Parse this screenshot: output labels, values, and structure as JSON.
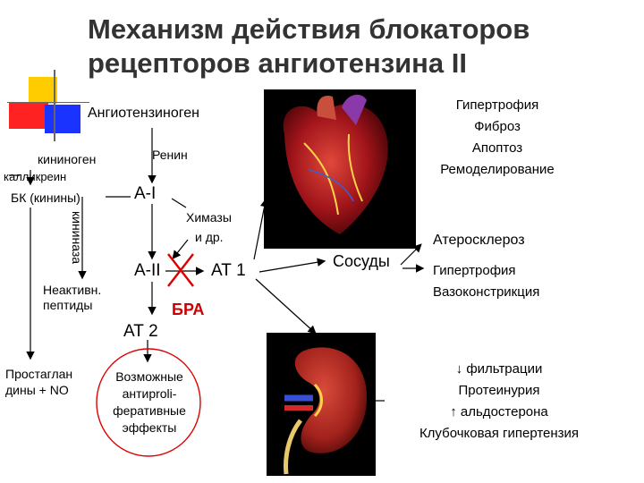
{
  "title": "Механизм действия  блокаторов рецепторов ангиотензина II",
  "nodes": {
    "angiotensinogen": "Ангиотензиноген",
    "renin": "Ренин",
    "kininogen": "кининоген",
    "kallikrein": "калликреин",
    "bk_kinins": "БК (кинины)",
    "kininase": "кининаза",
    "a1": "А-I",
    "chymases": "Химазы",
    "and_others": "и др.",
    "a2": "А-II",
    "at1": "АТ 1",
    "inactive_peptides_1": "Неактивн.",
    "inactive_peptides_2": "пептиды",
    "bra": "БРА",
    "at2": "АТ 2",
    "prostaglandins_1": "Простаглан",
    "prostaglandins_2": "дины + NO",
    "possible_effects": [
      "Возможные",
      "антиproli-",
      "феративные",
      "эффекты"
    ],
    "vessels": "Сосуды"
  },
  "heart_effects": [
    "Гипертрофия",
    "Фиброз",
    "Апоптоз",
    "Ремоделирование"
  ],
  "vessel_effects": {
    "atherosclerosis": "Атеросклероз",
    "hypertrophy": "Гипертрофия",
    "vasoconstriction": "Вазоконстрикция"
  },
  "kidney_effects": [
    "↓ фильтрации",
    "Протеинурия",
    "↑ альдостерона",
    "Клубочковая гипертензия"
  ],
  "colors": {
    "title": "#333333",
    "bra": "#cc0000",
    "block_x": "#dd0000",
    "deco_yellow": "#ffcc00",
    "deco_red": "#ff2222",
    "deco_blue": "#1a33ff"
  }
}
